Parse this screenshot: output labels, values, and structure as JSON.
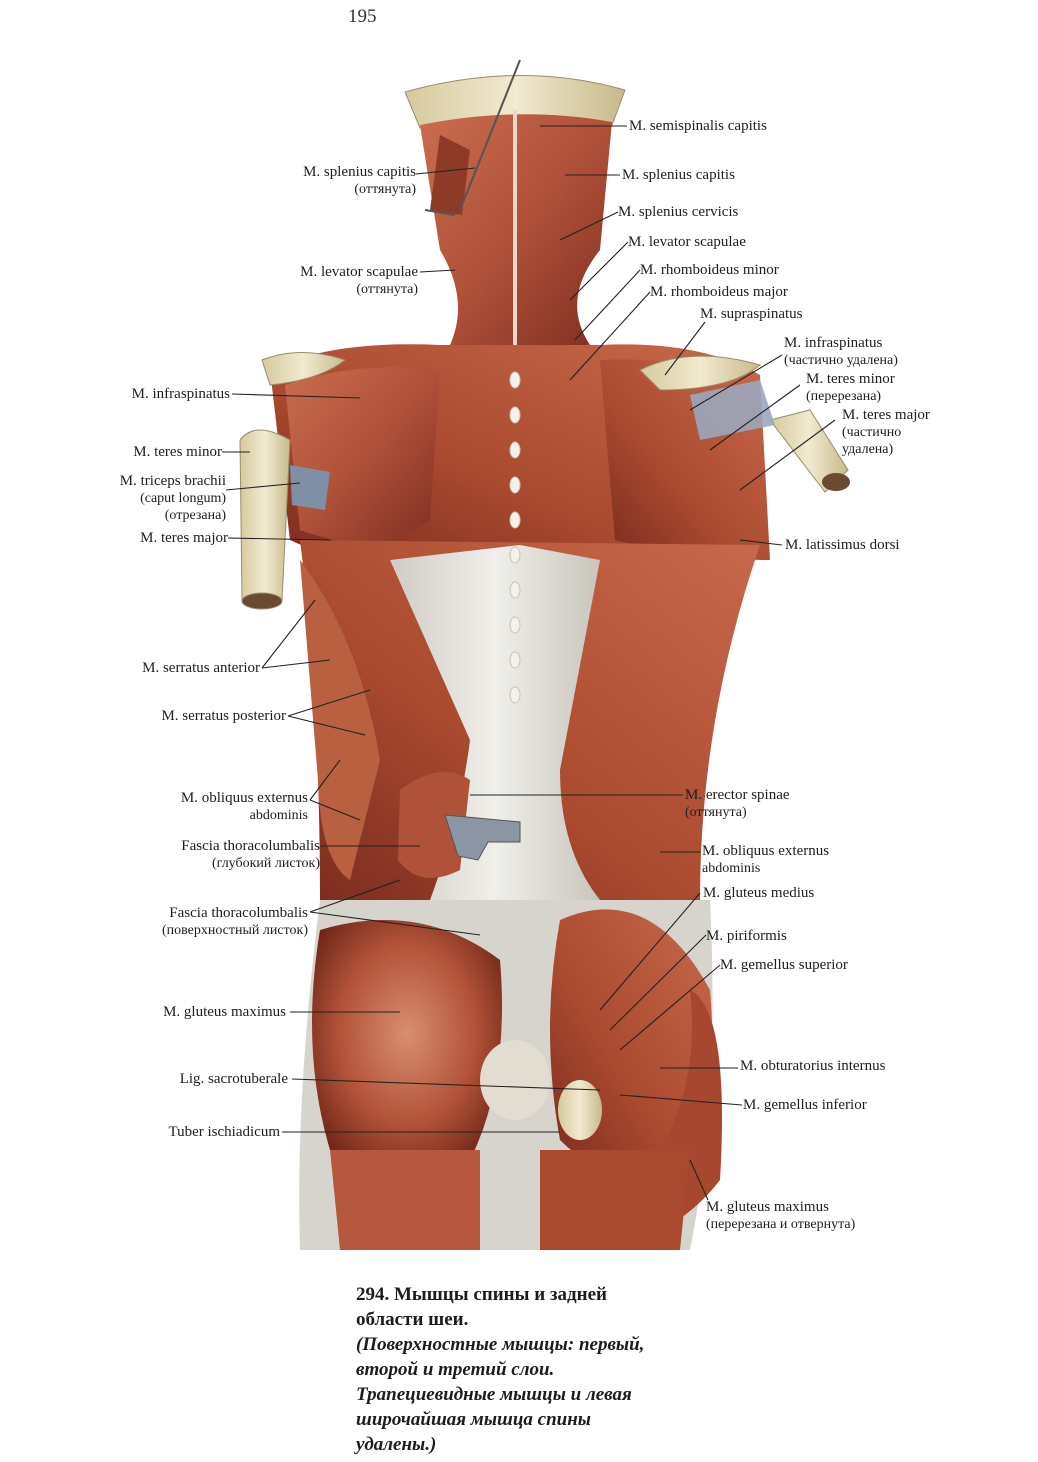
{
  "page_number": "195",
  "labels_left": {
    "splenius_capitis_retracted": "M. splenius capitis",
    "splenius_capitis_retracted_note": "(оттянута)",
    "levator_scapulae_retracted": "M. levator scapulae",
    "levator_scapulae_retracted_note": "(оттянута)",
    "infraspinatus": "M. infraspinatus",
    "teres_minor": "M. teres minor",
    "triceps": "M. triceps brachii",
    "triceps_caput": "(caput longum)",
    "triceps_note": "(отрезана)",
    "teres_major": "M. teres major",
    "serratus_anterior": "M. serratus anterior",
    "serratus_posterior": "M. serratus posterior",
    "obliquus_externus": "M. obliquus externus",
    "obliquus_externus_2": "abdominis",
    "fascia_deep": "Fascia thoracolumbalis",
    "fascia_deep_note": "(глубокий листок)",
    "fascia_superficial": "Fascia thoracolumbalis",
    "fascia_superficial_note": "(поверхностный листок)",
    "gluteus_maximus": "M. gluteus maximus",
    "lig_sacrotuberale": "Lig. sacrotuberale",
    "tuber_ischiadicum": "Tuber ischiadicum"
  },
  "labels_right": {
    "semispinalis_capitis": "M. semispinalis capitis",
    "splenius_capitis": "M. splenius capitis",
    "splenius_cervicis": "M. splenius cervicis",
    "levator_scapulae": "M. levator scapulae",
    "rhomboideus_minor": "M. rhomboideus minor",
    "rhomboideus_major": "M. rhomboideus major",
    "supraspinatus": "M. supraspinatus",
    "infraspinatus": "M. infraspinatus",
    "infraspinatus_note": "(частично удалена)",
    "teres_minor": "M. teres minor",
    "teres_minor_note": "(перерезана)",
    "teres_major": "M. teres major",
    "teres_major_note": "(частично",
    "teres_major_note_2": "удалена)",
    "latissimus_dorsi": "M. latissimus dorsi",
    "erector_spinae": "M. erector spinae",
    "erector_spinae_note": "(оттянута)",
    "obliquus_externus": "M. obliquus externus",
    "obliquus_externus_2": "abdominis",
    "gluteus_medius": "M. gluteus medius",
    "piriformis": "M. piriformis",
    "gemellus_superior": "M. gemellus superior",
    "obturatorius_internus": "M. obturatorius internus",
    "gemellus_inferior": "M. gemellus inferior",
    "gluteus_maximus": "M. gluteus maximus",
    "gluteus_maximus_note": "(перерезана и отвернута)"
  },
  "caption": {
    "title_line1": "294. Мышцы спины и задней",
    "title_line2": "области шеи.",
    "note_line1": "(Поверхностные мышцы: первый,",
    "note_line2": "второй и третий слои.",
    "note_line3": "Трапециевидные мышцы и левая",
    "note_line4": "широчайшая мышца спины",
    "note_line5": "удалены.)"
  },
  "colors": {
    "muscle": "#b5583f",
    "muscle_dark": "#7c2f22",
    "fascia": "#dcdad3",
    "bone": "#e8dfc0",
    "leader": "#222222"
  }
}
